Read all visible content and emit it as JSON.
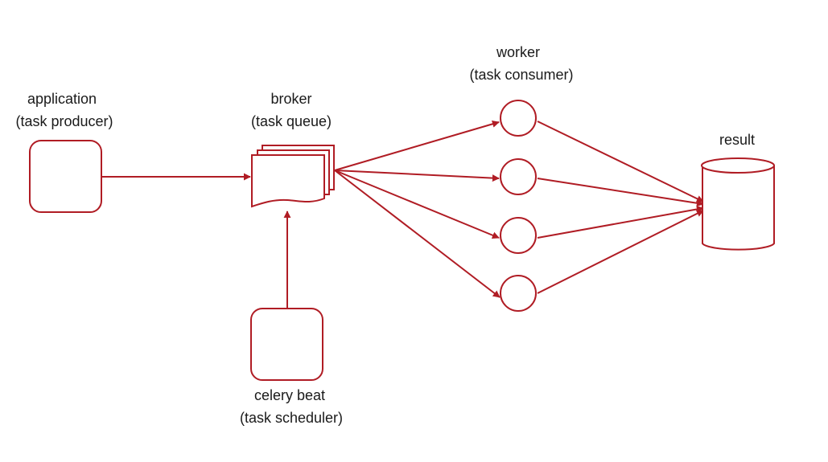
{
  "diagram": {
    "accent_color": "#b01c24",
    "nodes": {
      "application": {
        "title": "application",
        "subtitle": "(task producer)",
        "shape": "rounded-square"
      },
      "broker": {
        "title": "broker",
        "subtitle": "(task queue)",
        "shape": "stacked-documents-icon"
      },
      "celery_beat": {
        "title": "celery beat",
        "subtitle": "(task scheduler)",
        "shape": "rounded-square"
      },
      "worker": {
        "title": "worker",
        "subtitle": "(task consumer)",
        "shape": "circle",
        "count": 4
      },
      "result": {
        "title": "result",
        "shape": "database-cylinder-icon"
      }
    },
    "edges": [
      {
        "from": "application",
        "to": "broker"
      },
      {
        "from": "celery beat",
        "to": "broker"
      },
      {
        "from": "broker",
        "to": "worker 1"
      },
      {
        "from": "broker",
        "to": "worker 2"
      },
      {
        "from": "broker",
        "to": "worker 3"
      },
      {
        "from": "broker",
        "to": "worker 4"
      },
      {
        "from": "worker 1",
        "to": "result"
      },
      {
        "from": "worker 2",
        "to": "result"
      },
      {
        "from": "worker 3",
        "to": "result"
      },
      {
        "from": "worker 4",
        "to": "result"
      }
    ]
  }
}
